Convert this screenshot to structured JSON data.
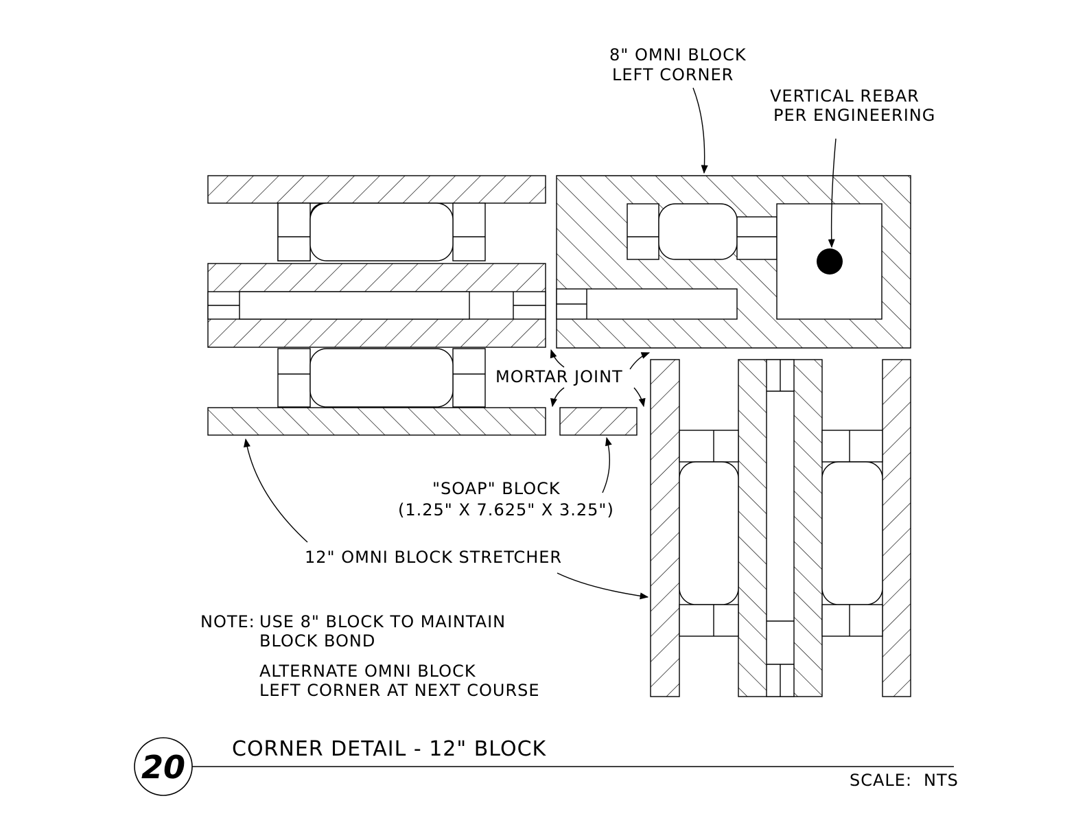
{
  "labels": {
    "omni_8_line1": "8\" OMNI BLOCK",
    "omni_8_line2": "LEFT CORNER",
    "rebar_line1": "VERTICAL REBAR",
    "rebar_line2": "PER ENGINEERING",
    "mortar_joint": "MORTAR JOINT",
    "soap_line1": "\"SOAP\" BLOCK",
    "soap_line2": "(1.25\" X 7.625\" X 3.25\")",
    "stretcher": "12\" OMNI BLOCK STRETCHER",
    "note_prefix": "NOTE:",
    "note_line1": "USE 8\" BLOCK TO MAINTAIN",
    "note_line2": "BLOCK BOND",
    "note_line3": "ALTERNATE OMNI BLOCK",
    "note_line4": "LEFT CORNER AT NEXT COURSE"
  },
  "title_block": {
    "detail_number": "20",
    "title": "CORNER DETAIL - 12\" BLOCK",
    "scale_label": "SCALE:",
    "scale_value": "NTS"
  }
}
